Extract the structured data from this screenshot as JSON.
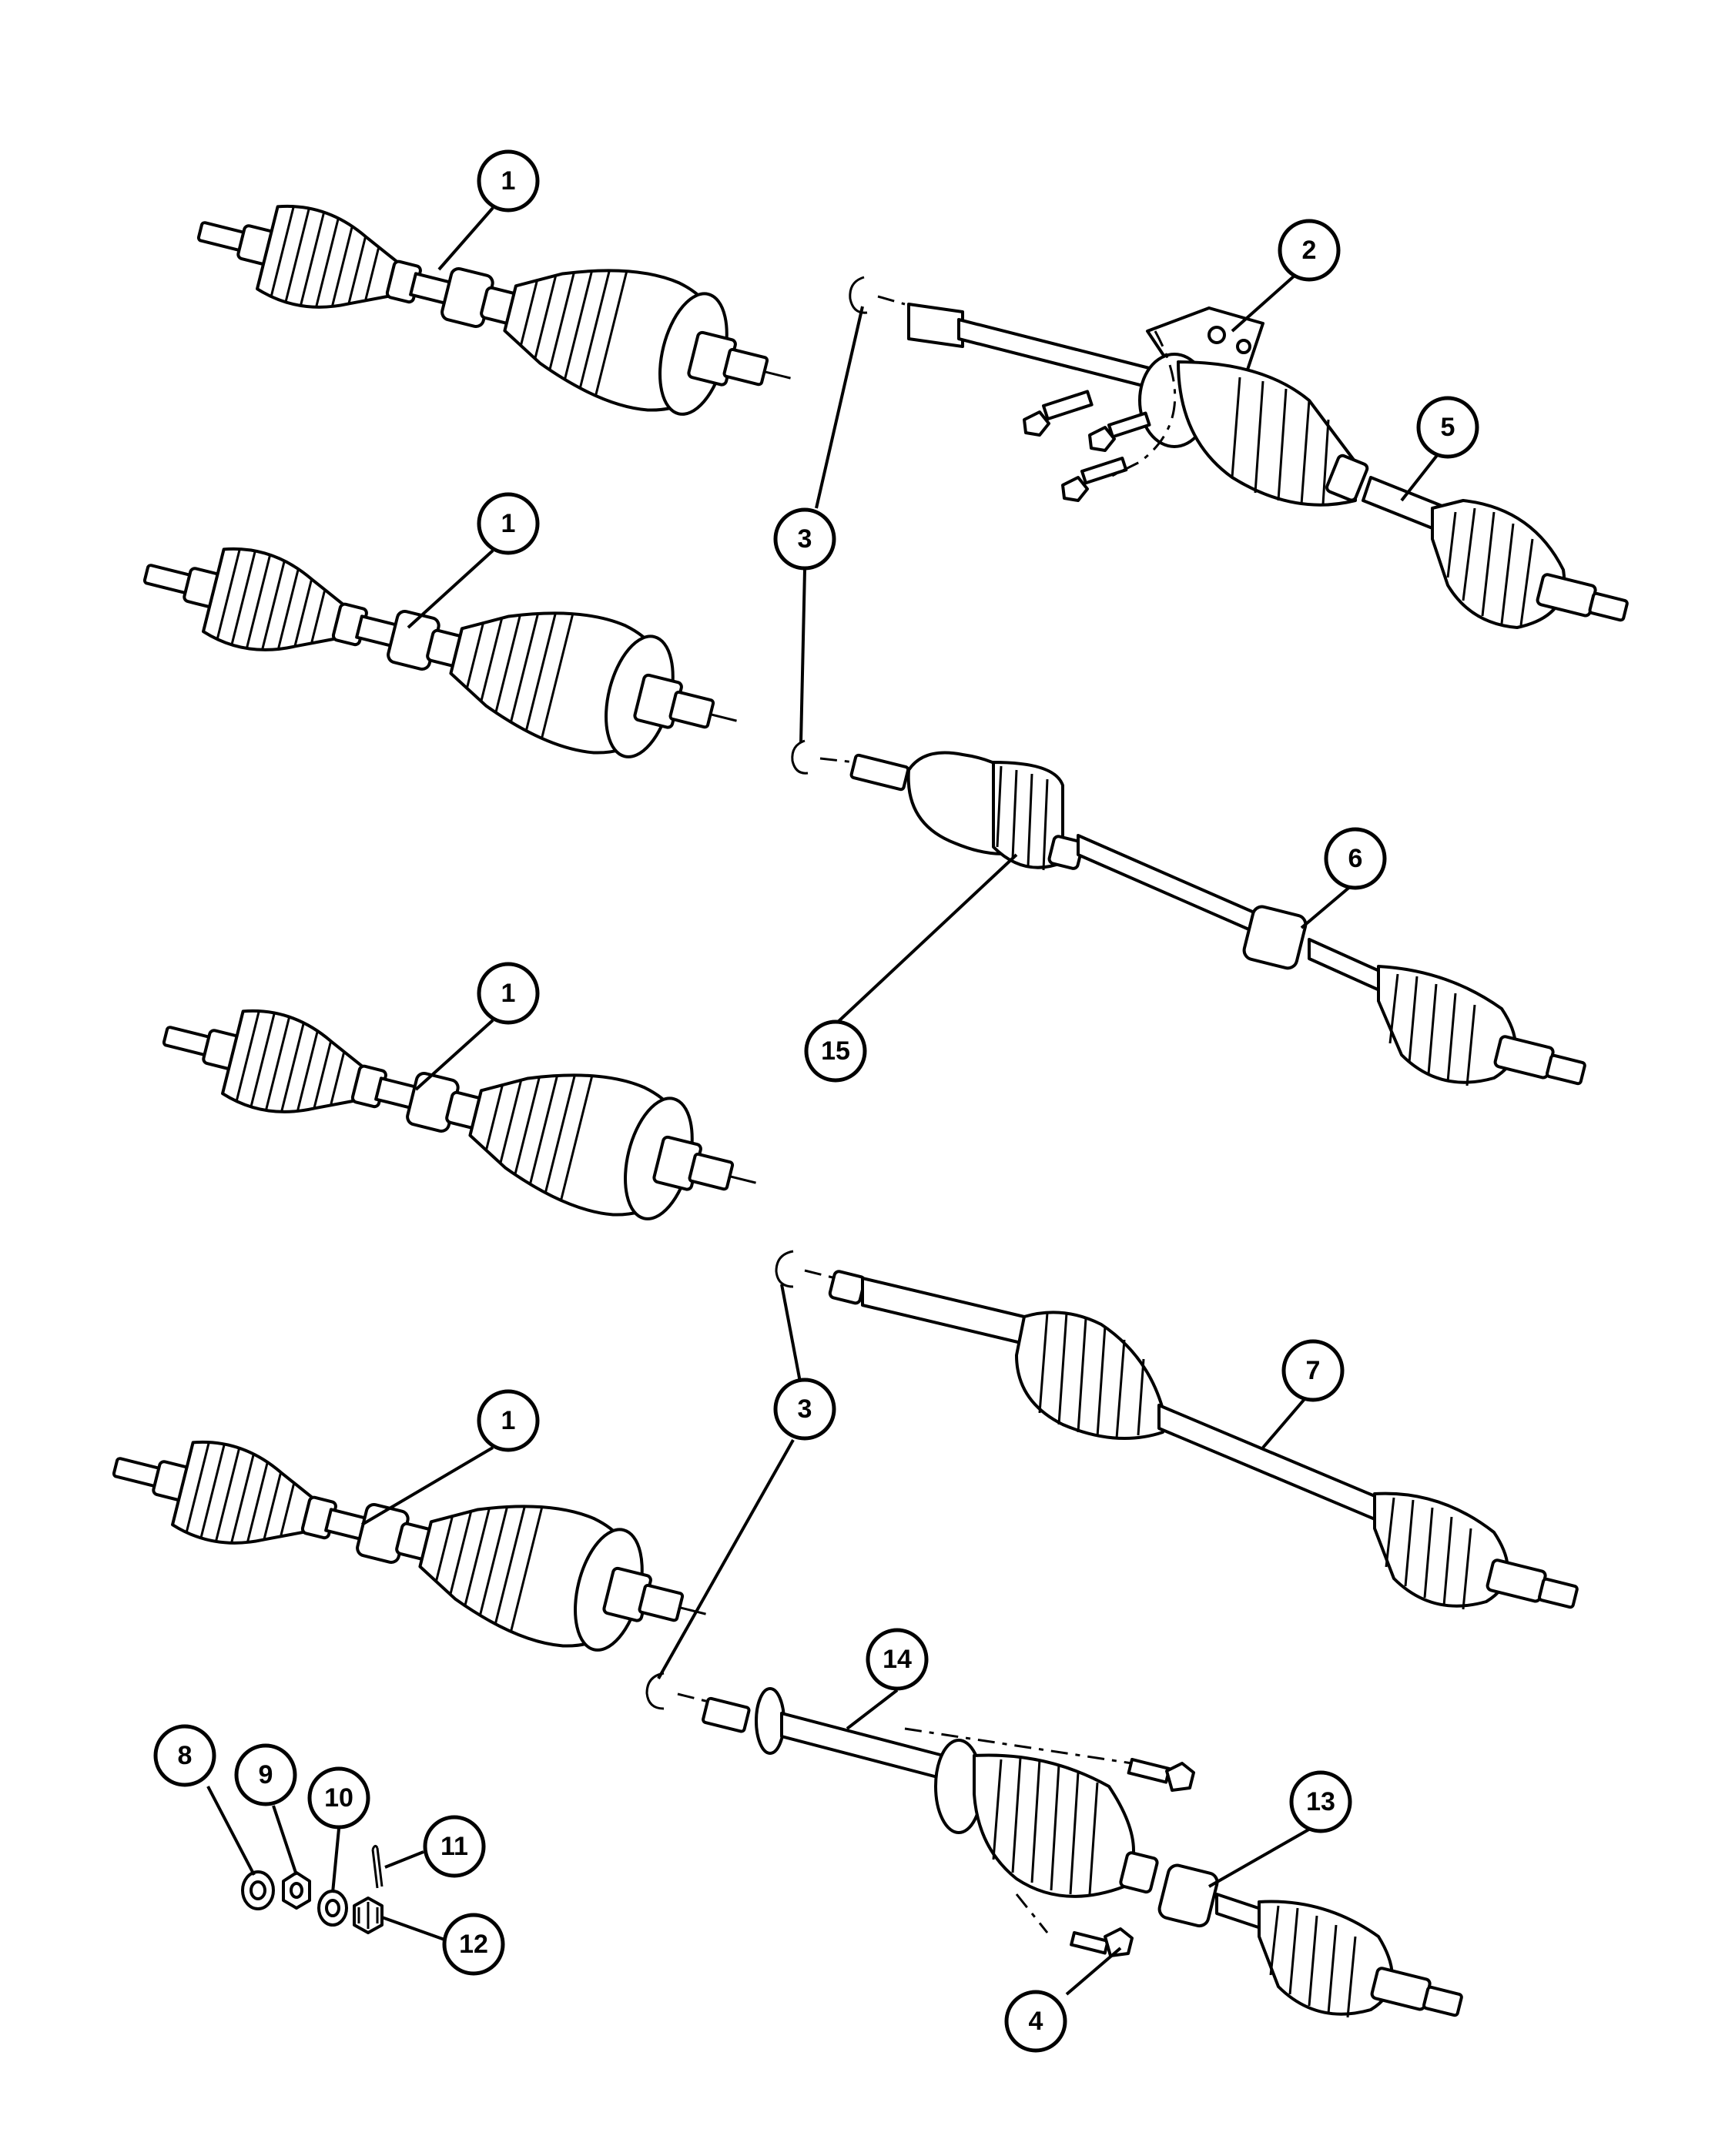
{
  "diagram": {
    "callouts": [
      {
        "id": "c1a",
        "label": "1"
      },
      {
        "id": "c1b",
        "label": "1"
      },
      {
        "id": "c1c",
        "label": "1"
      },
      {
        "id": "c1d",
        "label": "1"
      },
      {
        "id": "c2",
        "label": "2"
      },
      {
        "id": "c3a",
        "label": "3"
      },
      {
        "id": "c3b",
        "label": "3"
      },
      {
        "id": "c4",
        "label": "4"
      },
      {
        "id": "c5",
        "label": "5"
      },
      {
        "id": "c6",
        "label": "6"
      },
      {
        "id": "c7",
        "label": "7"
      },
      {
        "id": "c8",
        "label": "8"
      },
      {
        "id": "c9",
        "label": "9"
      },
      {
        "id": "c10",
        "label": "10"
      },
      {
        "id": "c11",
        "label": "11"
      },
      {
        "id": "c12",
        "label": "12"
      },
      {
        "id": "c13",
        "label": "13"
      },
      {
        "id": "c14",
        "label": "14"
      },
      {
        "id": "c15",
        "label": "15"
      }
    ]
  }
}
